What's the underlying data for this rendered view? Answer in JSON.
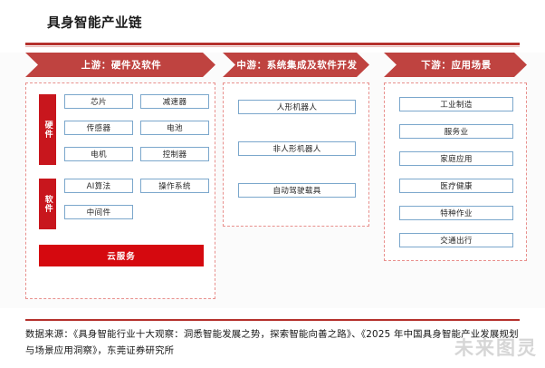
{
  "title": "具身智能产业链",
  "colors": {
    "banner_red": "#bf4340",
    "accent_red": "#b5312c",
    "label_red": "#c8161d",
    "cloud_red": "#d5090f",
    "box_border_blue": "#7ba7cc",
    "panel_dash": "#e8908d"
  },
  "columns": {
    "upstream": {
      "banner": "上游：硬件及软件",
      "groups": [
        {
          "label": "硬件",
          "items": [
            "芯片",
            "减速器",
            "传感器",
            "电池",
            "电机",
            "控制器"
          ]
        },
        {
          "label": "软件",
          "items": [
            "AI算法",
            "操作系统",
            "中间件"
          ]
        }
      ],
      "cloud_bar": "云服务"
    },
    "midstream": {
      "banner": "中游：系统集成及软件开发",
      "items": [
        "人形机器人",
        "非人形机器人",
        "自动驾驶载具"
      ]
    },
    "downstream": {
      "banner": "下游：应用场景",
      "items": [
        "工业制造",
        "服务业",
        "家庭应用",
        "医疗健康",
        "特种作业",
        "交通出行"
      ]
    }
  },
  "footer": {
    "source": "数据来源：《具身智能行业十大观察：洞悉智能发展之势，探索智能向善之路》、《2025 年中国具身智能产业发展规划与场景应用洞察》，东莞证券研究所"
  },
  "watermark": "未来图灵"
}
